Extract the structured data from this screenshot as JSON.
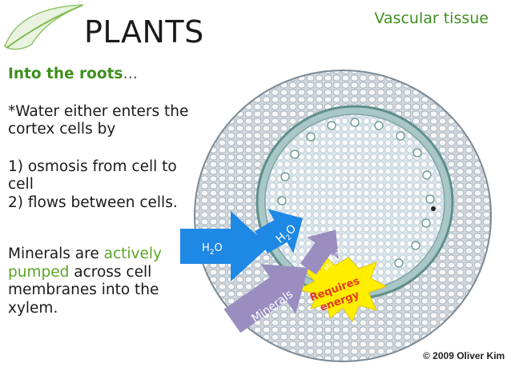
{
  "header": {
    "title": "PLANTS",
    "subtitle": "Vascular tissue"
  },
  "content": {
    "heading": "Into the roots",
    "heading_ellipsis": "…",
    "intro": "*Water either enters the cortex cells by",
    "list": [
      "1) osmosis from cell to cell",
      "2) flows between cells."
    ],
    "minerals": {
      "prefix": "Minerals are ",
      "highlight_1": "actively",
      "highlight_2": "pumped",
      "suffix": " across cell membranes into the xylem."
    }
  },
  "diagram": {
    "arrow_h2o_1_base": "H",
    "arrow_h2o_1_sub": "2",
    "arrow_h2o_1_end": "O",
    "arrow_h2o_2_base": "H",
    "arrow_h2o_2_sub": "2",
    "arrow_h2o_2_end": "O",
    "arrow_minerals_large": "Minerals",
    "arrow_minerals_small": "Minerals",
    "burst_line_1": "Requires",
    "burst_line_2": "energy"
  },
  "colors": {
    "accent_green": "#3f8f1e",
    "highlight_green": "#5aa528",
    "arrow_blue": "#1e88e5",
    "arrow_purple": "#9a8ec0",
    "burst_yellow": "#ffee00"
  },
  "copyright": "© 2009 Oliver Kim"
}
